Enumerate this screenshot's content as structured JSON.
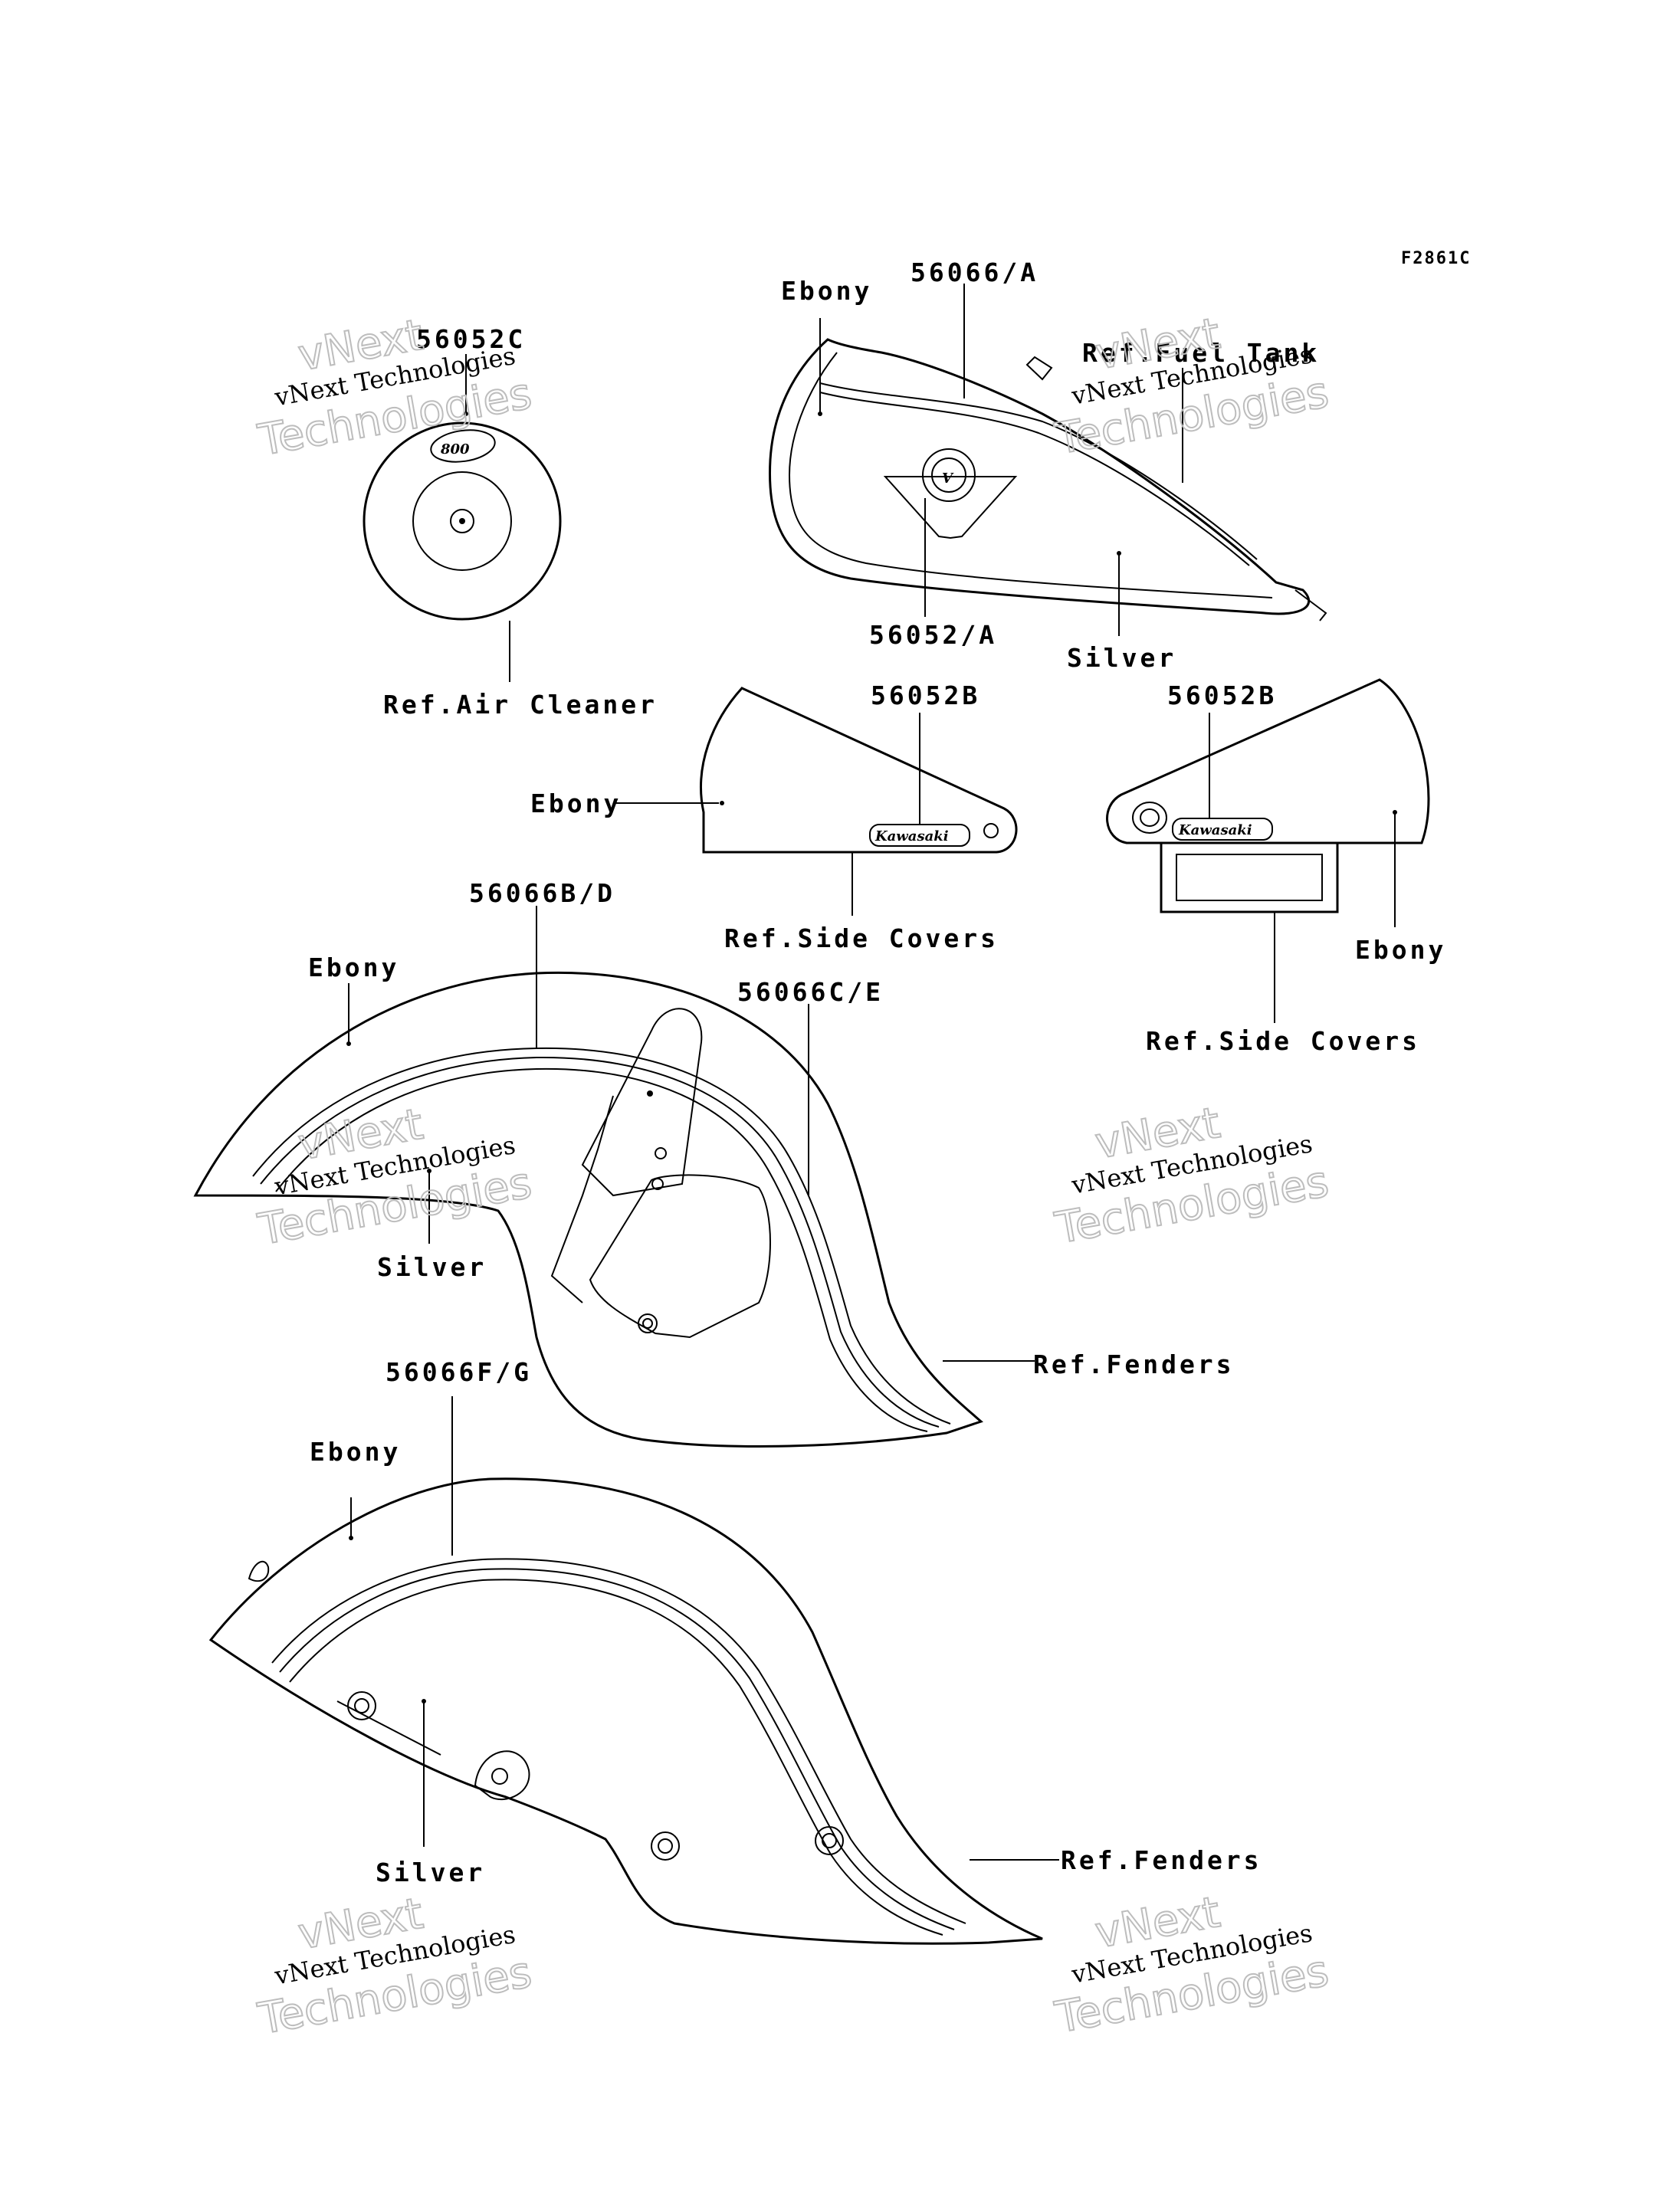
{
  "figure_code": "F2861C",
  "watermark": {
    "line1": "vNext Technologies",
    "line2": "vNext",
    "line3": "Technologies"
  },
  "labels": {
    "air_cleaner_part": "56052C",
    "air_cleaner_ref": "Ref.Air Cleaner",
    "tank_color_top": "Ebony",
    "tank_part_stripe": "56066/A",
    "tank_ref": "Ref.Fuel Tank",
    "tank_emblem_part": "56052/A",
    "tank_color_bottom": "Silver",
    "left_cover_part": "56052B",
    "left_cover_color": "Ebony",
    "left_cover_ref": "Ref.Side Covers",
    "right_cover_part": "56052B",
    "right_cover_color": "Ebony",
    "right_cover_ref": "Ref.Side Covers",
    "front_fender_part": "56066B/D",
    "front_fender_color_top": "Ebony",
    "front_fender_part2": "56066C/E",
    "front_fender_color_bottom": "Silver",
    "front_fender_ref": "Ref.Fenders",
    "rear_fender_part": "56066F/G",
    "rear_fender_color_top": "Ebony",
    "rear_fender_color_bottom": "Silver",
    "rear_fender_ref": "Ref.Fenders"
  },
  "badges": {
    "air_cleaner_logo": "800",
    "side_cover_logo": "Kawasaki"
  }
}
